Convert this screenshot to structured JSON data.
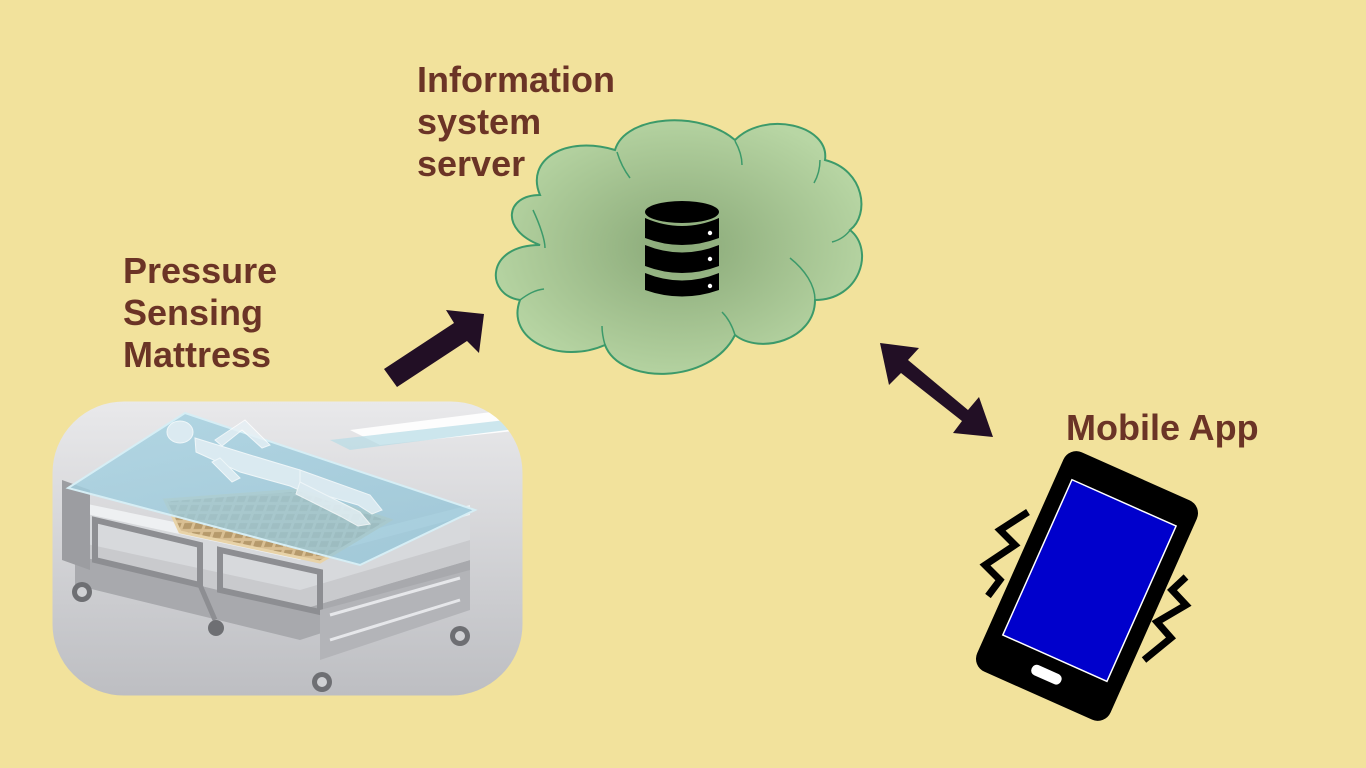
{
  "colors": {
    "background": "#f2e29c",
    "label_text": "#6b3426",
    "arrow": "#220f25",
    "cloud_fill_center": "#8aa978",
    "cloud_fill_edge": "#b8d6a4",
    "cloud_stroke": "#3c9a6a",
    "phone_body": "#000000",
    "phone_screen": "#0000cc",
    "database_icon": "#000000"
  },
  "labels": {
    "server": "Information\nsystem\nserver",
    "mattress": "Pressure\nSensing\nMattress",
    "mobile": "Mobile App"
  },
  "icons": {
    "server": "database-icon",
    "mattress": "hospital-bed-with-pressure-sensor-mattress",
    "mobile": "vibrating-smartphone-icon",
    "arrow_mattress_server": "one-way-arrow",
    "arrow_server_mobile": "two-way-arrow"
  }
}
